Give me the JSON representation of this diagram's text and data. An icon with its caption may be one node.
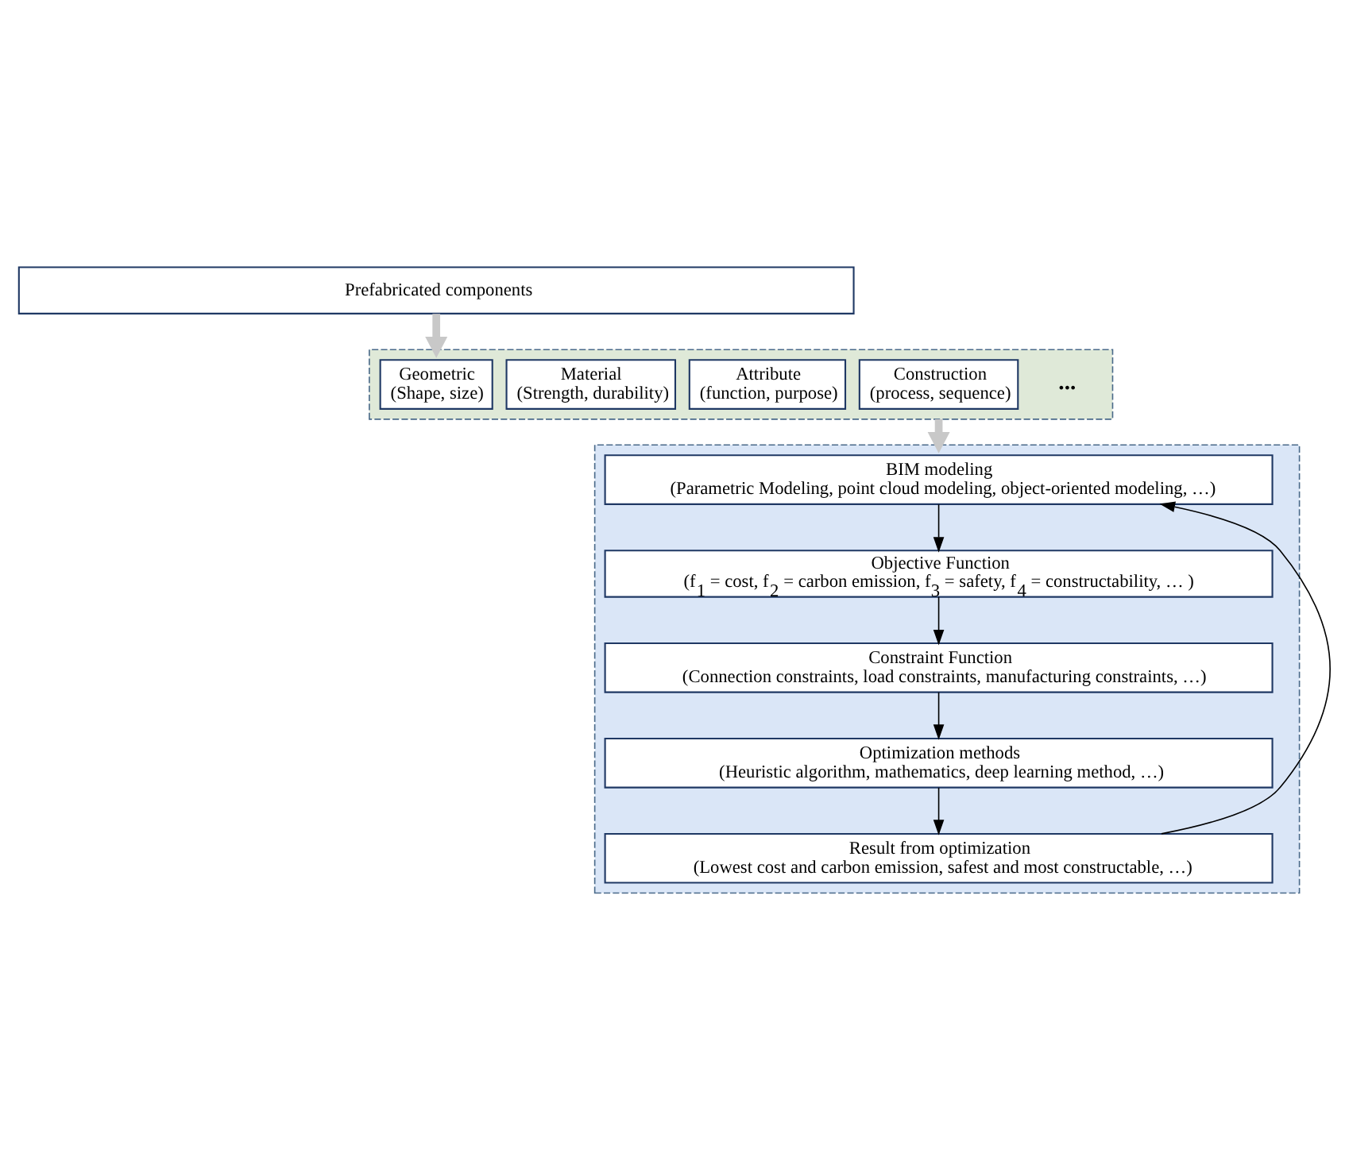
{
  "diagram": {
    "nodes": [
      {
        "text": [
          "Prefabricated components"
        ]
      },
      {
        "text": [],
        "shape": "box"
      },
      {
        "text": [
          "Geometric",
          "(Shape, size)"
        ],
        "in": 1
      },
      {
        "text": [
          "Material",
          "(Strength, durability)"
        ],
        "in": 1
      },
      {
        "text": [
          "Attribute",
          "(function, purpose)"
        ],
        "in": 1
      },
      {
        "text": [
          "Construction",
          "(process, sequence)"
        ],
        "in": 1
      },
      {
        "text": [],
        "shape": "box"
      },
      {
        "text": [
          "BIM modeling",
          "(Parametric Modeling, point cloud modeling, object-oriented modeling, …)"
        ],
        "in": 6
      },
      {
        "text": [
          "Objective Function",
          "(f$_{1}$ = cost, f$_{2}$ = carbon emission, f$_{3}$ = safety, f$_{4}$ = constructability, … )"
        ],
        "in": 6
      },
      {
        "text": [
          "Constraint Function",
          "(Connection constraints, load constraints, manufacturing constraints, …)"
        ],
        "in": 6
      },
      {
        "text": [
          "Optimization methods",
          "(Heuristic algorithm, mathematics, deep learning method, …)"
        ],
        "in": 6
      },
      {
        "text": [
          "Result from optimization",
          "(Lowest cost and carbon emission, safest and most constructable, …)"
        ],
        "in": 6
      }
    ],
    "edges": [
      {
        "from": 0,
        "to": 1,
        "arrow": "to",
        "style": "thick",
        "color": "#c8c8c8"
      },
      {
        "from": 1,
        "to": 6,
        "arrow": "to",
        "style": "thick",
        "color": "#c8c8c8"
      },
      {
        "from": 7,
        "to": 8,
        "arrow": "to"
      },
      {
        "from": 8,
        "to": 9,
        "arrow": "to"
      },
      {
        "from": 9,
        "to": 10,
        "arrow": "to"
      },
      {
        "from": 10,
        "to": 11,
        "arrow": "to"
      },
      {
        "from": 11,
        "to": 7,
        "arrow": "to"
      }
    ],
    "labels": [
      "..."
    ]
  }
}
